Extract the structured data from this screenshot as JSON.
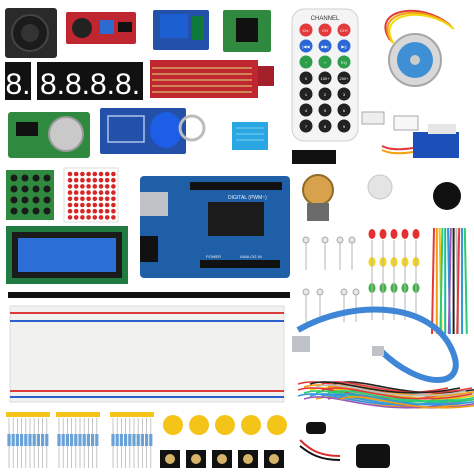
{
  "remote": {
    "channel_label": "CHANNEL",
    "row1": [
      "CH-",
      "CH",
      "CH+"
    ],
    "row2": [
      "|◀◀",
      "▶▶|",
      "▶||"
    ],
    "row3": [
      "−",
      "+",
      "EQ"
    ],
    "row4": [
      "0",
      "100+",
      "200+"
    ],
    "row5": [
      "1",
      "2",
      "3"
    ],
    "row6": [
      "4",
      "5",
      "6"
    ],
    "row7": [
      "7",
      "8",
      "9"
    ]
  },
  "seven_segment": {
    "single_digit": "8.",
    "quad_digit": "8.8.8.8."
  },
  "uno_board": {
    "digital_label": "DIGITAL (PWM~)",
    "power_label": "POWER",
    "analog_label": "ANALOG IN"
  },
  "colors": {
    "arduino_blue": "#1f5fa8",
    "pcb_red": "#c0262f",
    "pcb_green": "#2f8a3f",
    "pcb_blue": "#2350a8",
    "lcd_blue": "#2b6fd6",
    "breadboard": "#f1f1ef",
    "servo_blue": "#1d4fb8",
    "button_yellow": "#f4c518"
  }
}
